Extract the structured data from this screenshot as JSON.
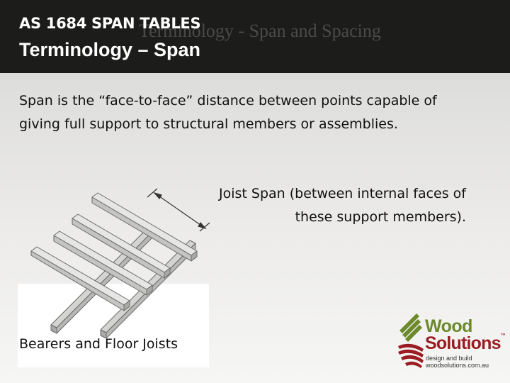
{
  "slide": {
    "ghost_title": "Terminology - Span and Spacing",
    "title_line1": "AS 1684 SPAN TABLES",
    "title_line2": "Terminology – Span",
    "body": "Span is the “face-to-face” distance between points capable of giving full support to structural members or assemblies.",
    "joist_label_line1": "Joist Span (between internal faces of",
    "joist_label_line2": "these support members).",
    "caption": "Bearers and Floor Joists"
  },
  "logo": {
    "word1": "Wood",
    "word2": "Solutions",
    "tm": "™",
    "tagline1": "design and build",
    "tagline2": "woodsolutions.com.au",
    "colors": {
      "green": "#6c8a2b",
      "red": "#9b1d22"
    }
  }
}
